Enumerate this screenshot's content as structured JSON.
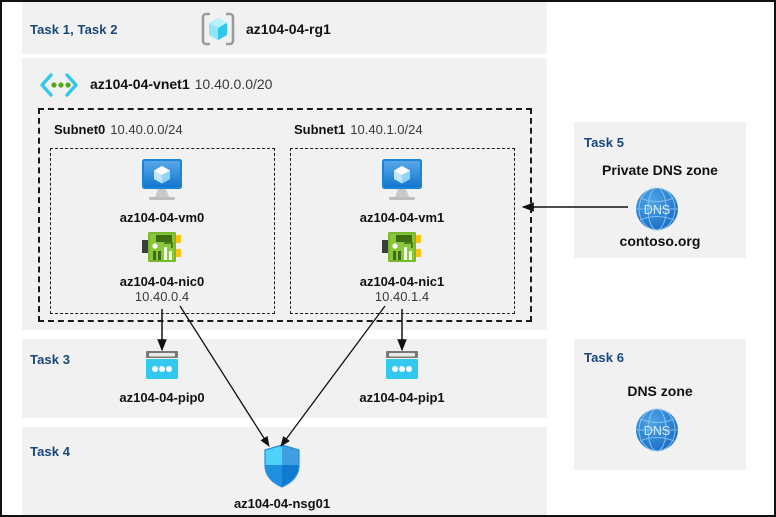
{
  "diagram": {
    "colors": {
      "task_label": "#17477d",
      "panel_bg": "#f1f1f1",
      "page_bg": "#ffffff",
      "border": "#111111",
      "vm_blue": "#0f86d8",
      "nic_green": "#7ab929",
      "pip_cyan": "#32c8ef",
      "nsg_blue": "#1f8fe0",
      "dns_blue": "#1d7fd4",
      "rg_cyan": "#64dcf5"
    }
  },
  "resource_group": {
    "task_label": "Task 1, Task 2",
    "icon": "resource-group-icon",
    "name": "az104-04-rg1"
  },
  "vnet": {
    "icon": "virtual-network-icon",
    "name": "az104-04-vnet1",
    "cidr": "10.40.0.0/20"
  },
  "subnets": [
    {
      "name": "Subnet0",
      "cidr": "10.40.0.0/24",
      "vm": {
        "icon": "virtual-machine-icon",
        "name": "az104-04-vm0"
      },
      "nic": {
        "icon": "network-interface-icon",
        "name": "az104-04-nic0",
        "ip": "10.40.0.4"
      }
    },
    {
      "name": "Subnet1",
      "cidr": "10.40.1.0/24",
      "vm": {
        "icon": "virtual-machine-icon",
        "name": "az104-04-vm1"
      },
      "nic": {
        "icon": "network-interface-icon",
        "name": "az104-04-nic1",
        "ip": "10.40.1.4"
      }
    }
  ],
  "task3": {
    "task_label": "Task 3",
    "pips": [
      {
        "icon": "public-ip-address-icon",
        "name": "az104-04-pip0"
      },
      {
        "icon": "public-ip-address-icon",
        "name": "az104-04-pip1"
      }
    ]
  },
  "task4": {
    "task_label": "Task 4",
    "nsg": {
      "icon": "network-security-group-icon",
      "name": "az104-04-nsg01"
    }
  },
  "task5": {
    "task_label": "Task 5",
    "heading": "Private DNS zone",
    "icon": "dns-zone-icon",
    "icon_text": "DNS",
    "name": "contoso.org"
  },
  "task6": {
    "task_label": "Task 6",
    "heading": "DNS zone",
    "icon": "dns-zone-icon",
    "icon_text": "DNS"
  }
}
